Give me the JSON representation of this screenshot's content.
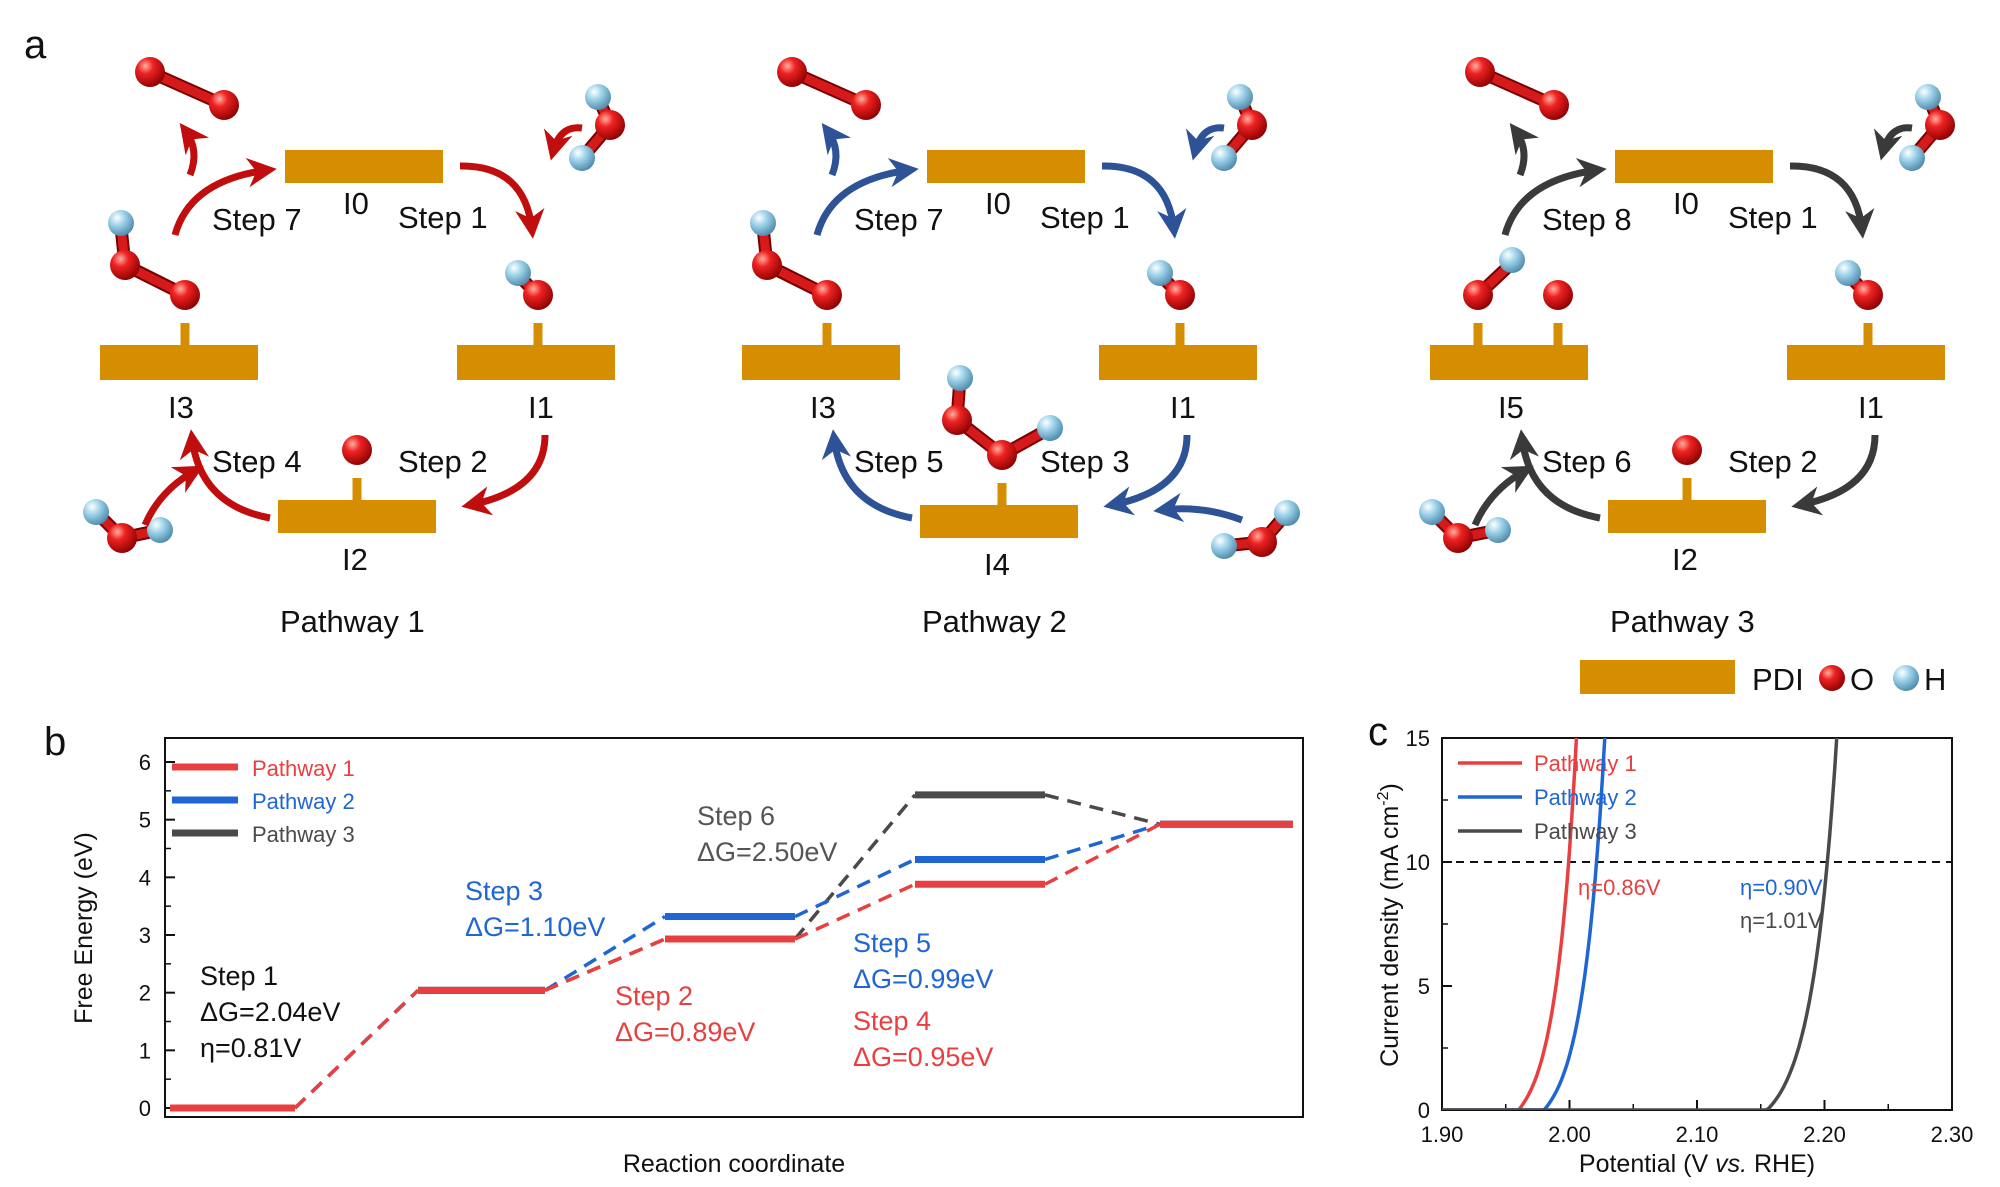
{
  "panels": {
    "a": "a",
    "b": "b",
    "c": "c"
  },
  "colors": {
    "pdi": "#D48E00",
    "oxygen": "#E31A1A",
    "hydrogen": "#8EC9E4",
    "pathway1": "#E84040",
    "pathway2": "#1F66D4",
    "pathway3": "#4A4A4A",
    "p1_arrow": "#C00D0D",
    "p2_arrow": "#2E5296",
    "p3_arrow": "#3A3A3A"
  },
  "panel_a": {
    "pathways": [
      {
        "name": "Pathway 1",
        "top_step_left": "Step 7",
        "top_step_right": "Step 1",
        "bottom_step_left": "Step 4",
        "bottom_step_right": "Step 2",
        "top_state": "I0",
        "left_state": "I3",
        "right_state": "I1",
        "bottom_state": "I2"
      },
      {
        "name": "Pathway 2",
        "top_step_left": "Step 7",
        "top_step_right": "Step 1",
        "bottom_step_left": "Step 5",
        "bottom_step_right": "Step 3",
        "top_state": "I0",
        "left_state": "I3",
        "right_state": "I1",
        "bottom_state": "I4"
      },
      {
        "name": "Pathway 3",
        "top_step_left": "Step 8",
        "top_step_right": "Step 1",
        "bottom_step_left": "Step 6",
        "bottom_step_right": "Step 2",
        "top_state": "I0",
        "left_state": "I5",
        "right_state": "I1",
        "bottom_state": "I2"
      }
    ],
    "legend": {
      "pdi": "PDI",
      "o": "O",
      "h": "H"
    }
  },
  "chart_data": [
    {
      "type": "line",
      "ylabel": "Free Energy  (eV)",
      "xlabel": "Reaction coordinate",
      "ylim": [
        0,
        6.5
      ],
      "yticks": [
        0,
        1,
        2,
        3,
        4,
        5,
        6
      ],
      "legend_position": "top-left",
      "series": [
        {
          "name": "Pathway 1",
          "levels": [
            0,
            2.04,
            2.93,
            3.88,
            4.92
          ]
        },
        {
          "name": "Pathway 2",
          "levels": [
            0,
            2.04,
            3.32,
            4.31,
            4.92
          ]
        },
        {
          "name": "Pathway 3",
          "levels": [
            0,
            2.04,
            2.93,
            5.43,
            4.92
          ]
        }
      ],
      "annotations": [
        {
          "lines": [
            "Step 1",
            "ΔG=2.04eV",
            "η=0.81V"
          ],
          "color": "#111111"
        },
        {
          "lines": [
            "Step 3",
            "ΔG=1.10eV"
          ],
          "color": "#1F66D4"
        },
        {
          "lines": [
            "Step 2",
            "ΔG=0.89eV"
          ],
          "color": "#E84040"
        },
        {
          "lines": [
            "Step 6",
            "ΔG=2.50eV"
          ],
          "color": "#555555"
        },
        {
          "lines": [
            "Step 5",
            "ΔG=0.99eV"
          ],
          "color": "#1F66D4"
        },
        {
          "lines": [
            "Step 4",
            "ΔG=0.95eV"
          ],
          "color": "#E84040"
        }
      ]
    },
    {
      "type": "line",
      "xlabel_parts": [
        "Potential (V ",
        "vs.",
        " RHE)"
      ],
      "ylabel": "Current density (mA cm",
      "ylabel_sup": "-2",
      "ylabel_end": ")",
      "xlim": [
        1.9,
        2.3
      ],
      "ylim": [
        0,
        15
      ],
      "xticks": [
        "1.90",
        "2.00",
        "2.10",
        "2.20",
        "2.30"
      ],
      "yticks": [
        0,
        5,
        10,
        15
      ],
      "reference_line_y": 10,
      "legend_position": "top-left",
      "series": [
        {
          "name": "Pathway 1",
          "onset": 1.96,
          "k": 0.0164
        },
        {
          "name": "Pathway 2",
          "onset": 1.98,
          "k": 0.0172
        },
        {
          "name": "Pathway 3",
          "onset": 2.155,
          "k": 0.0197
        }
      ],
      "annotations": [
        {
          "text": "η=0.86V",
          "color": "#E84040"
        },
        {
          "text": "η=0.90V",
          "color": "#1F66D4"
        },
        {
          "text": "η=1.01V",
          "color": "#4A4A4A"
        }
      ]
    }
  ]
}
